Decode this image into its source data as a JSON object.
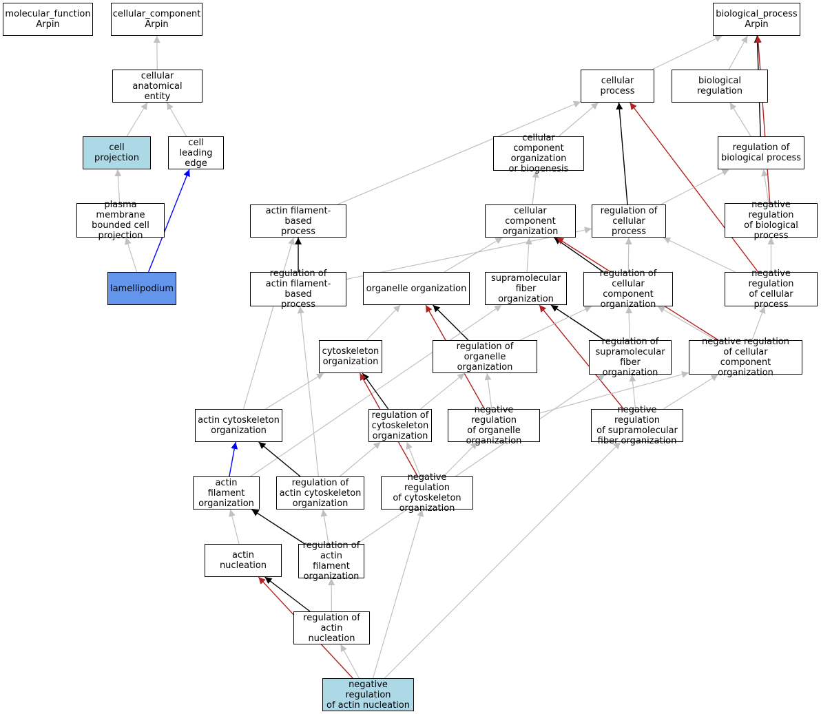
{
  "nodes": {
    "mf": {
      "label": "molecular_function\nArpin",
      "kind": "root"
    },
    "cc": {
      "label": "cellular_component\nArpin",
      "kind": "root"
    },
    "bp": {
      "label": "biological_process\nArpin",
      "kind": "root"
    },
    "cae": {
      "label": "cellular anatomical\nentity",
      "kind": "term"
    },
    "cp": {
      "label": "cell projection",
      "kind": "term",
      "highlight": "light"
    },
    "cle": {
      "label": "cell leading\nedge",
      "kind": "term"
    },
    "pmbcp": {
      "label": "plasma membrane\nbounded cell\nprojection",
      "kind": "term"
    },
    "lam": {
      "label": "lamellipodium",
      "kind": "term",
      "highlight": "blue"
    },
    "cellproc": {
      "label": "cellular process",
      "kind": "term"
    },
    "bioreg": {
      "label": "biological regulation",
      "kind": "term"
    },
    "ccob": {
      "label": "cellular component\norganization\nor biogenesis",
      "kind": "term"
    },
    "rbp": {
      "label": "regulation of\nbiological process",
      "kind": "term"
    },
    "afbp": {
      "label": "actin filament-based\nprocess",
      "kind": "term"
    },
    "cco": {
      "label": "cellular component\norganization",
      "kind": "term"
    },
    "rcp": {
      "label": "regulation of\ncellular process",
      "kind": "term"
    },
    "nrbp": {
      "label": "negative regulation\nof biological\nprocess",
      "kind": "term"
    },
    "rafbp": {
      "label": "regulation of\nactin filament-based\nprocess",
      "kind": "term"
    },
    "oo": {
      "label": "organelle organization",
      "kind": "term"
    },
    "sfo": {
      "label": "supramolecular\nfiber organization",
      "kind": "term"
    },
    "rcco": {
      "label": "regulation of\ncellular component\norganization",
      "kind": "term"
    },
    "nrcp": {
      "label": "negative regulation\nof cellular\nprocess",
      "kind": "term"
    },
    "co": {
      "label": "cytoskeleton\norganization",
      "kind": "term"
    },
    "roo": {
      "label": "regulation of\norganelle organization",
      "kind": "term"
    },
    "rsfo": {
      "label": "regulation of\nsupramolecular\nfiber organization",
      "kind": "term"
    },
    "nrcco": {
      "label": "negative regulation\nof cellular\ncomponent organization",
      "kind": "term"
    },
    "aco": {
      "label": "actin cytoskeleton\norganization",
      "kind": "term"
    },
    "rco": {
      "label": "regulation of\ncytoskeleton\norganization",
      "kind": "term"
    },
    "nroo": {
      "label": "negative regulation\nof organelle\norganization",
      "kind": "term"
    },
    "nrsfo": {
      "label": "negative regulation\nof supramolecular\nfiber organization",
      "kind": "term"
    },
    "afo": {
      "label": "actin filament\norganization",
      "kind": "term"
    },
    "raco": {
      "label": "regulation of\nactin cytoskeleton\norganization",
      "kind": "term"
    },
    "nrco": {
      "label": "negative regulation\nof cytoskeleton\norganization",
      "kind": "term"
    },
    "an": {
      "label": "actin nucleation",
      "kind": "term"
    },
    "rafo": {
      "label": "regulation of\nactin filament\norganization",
      "kind": "term"
    },
    "ran": {
      "label": "regulation of\nactin nucleation",
      "kind": "term"
    },
    "nran": {
      "label": "negative regulation\nof actin nucleation",
      "kind": "term",
      "highlight": "light"
    }
  },
  "edges": [
    {
      "from": "cae",
      "to": "cc",
      "type": "is_a"
    },
    {
      "from": "cp",
      "to": "cae",
      "type": "is_a"
    },
    {
      "from": "cle",
      "to": "cae",
      "type": "is_a"
    },
    {
      "from": "pmbcp",
      "to": "cp",
      "type": "is_a"
    },
    {
      "from": "lam",
      "to": "pmbcp",
      "type": "is_a"
    },
    {
      "from": "lam",
      "to": "cle",
      "type": "part_of"
    },
    {
      "from": "cellproc",
      "to": "bp",
      "type": "is_a"
    },
    {
      "from": "bioreg",
      "to": "bp",
      "type": "is_a"
    },
    {
      "from": "rbp",
      "to": "bp",
      "type": "regulates"
    },
    {
      "from": "nrbp",
      "to": "bp",
      "type": "negatively_regulates"
    },
    {
      "from": "rbp",
      "to": "bioreg",
      "type": "is_a"
    },
    {
      "from": "ccob",
      "to": "cellproc",
      "type": "is_a"
    },
    {
      "from": "afbp",
      "to": "cellproc",
      "type": "is_a"
    },
    {
      "from": "rcp",
      "to": "cellproc",
      "type": "regulates"
    },
    {
      "from": "nrcp",
      "to": "cellproc",
      "type": "negatively_regulates"
    },
    {
      "from": "rcp",
      "to": "rbp",
      "type": "is_a"
    },
    {
      "from": "nrbp",
      "to": "rbp",
      "type": "is_a"
    },
    {
      "from": "cco",
      "to": "ccob",
      "type": "is_a"
    },
    {
      "from": "rafbp",
      "to": "afbp",
      "type": "regulates"
    },
    {
      "from": "rafbp",
      "to": "rcp",
      "type": "is_a"
    },
    {
      "from": "oo",
      "to": "cco",
      "type": "is_a"
    },
    {
      "from": "sfo",
      "to": "cco",
      "type": "is_a"
    },
    {
      "from": "rcco",
      "to": "cco",
      "type": "regulates"
    },
    {
      "from": "nrcco",
      "to": "cco",
      "type": "negatively_regulates"
    },
    {
      "from": "rcco",
      "to": "rcp",
      "type": "is_a"
    },
    {
      "from": "nrcp",
      "to": "rcp",
      "type": "is_a"
    },
    {
      "from": "nrcp",
      "to": "nrbp",
      "type": "is_a"
    },
    {
      "from": "co",
      "to": "oo",
      "type": "is_a"
    },
    {
      "from": "roo",
      "to": "oo",
      "type": "regulates"
    },
    {
      "from": "nroo",
      "to": "oo",
      "type": "negatively_regulates"
    },
    {
      "from": "rsfo",
      "to": "sfo",
      "type": "regulates"
    },
    {
      "from": "nrsfo",
      "to": "sfo",
      "type": "negatively_regulates"
    },
    {
      "from": "afo",
      "to": "sfo",
      "type": "is_a"
    },
    {
      "from": "roo",
      "to": "rcco",
      "type": "is_a"
    },
    {
      "from": "rsfo",
      "to": "rcco",
      "type": "is_a"
    },
    {
      "from": "nrcco",
      "to": "rcco",
      "type": "is_a"
    },
    {
      "from": "nrcco",
      "to": "nrcp",
      "type": "is_a"
    },
    {
      "from": "aco",
      "to": "co",
      "type": "is_a"
    },
    {
      "from": "rco",
      "to": "co",
      "type": "regulates"
    },
    {
      "from": "nrco",
      "to": "co",
      "type": "negatively_regulates"
    },
    {
      "from": "rco",
      "to": "roo",
      "type": "is_a"
    },
    {
      "from": "nroo",
      "to": "roo",
      "type": "is_a"
    },
    {
      "from": "nroo",
      "to": "nrcco",
      "type": "is_a"
    },
    {
      "from": "nrsfo",
      "to": "rsfo",
      "type": "is_a"
    },
    {
      "from": "nrsfo",
      "to": "nrcco",
      "type": "is_a"
    },
    {
      "from": "aco",
      "to": "afbp",
      "type": "is_a"
    },
    {
      "from": "afo",
      "to": "aco",
      "type": "part_of"
    },
    {
      "from": "raco",
      "to": "aco",
      "type": "regulates"
    },
    {
      "from": "raco",
      "to": "rco",
      "type": "is_a"
    },
    {
      "from": "raco",
      "to": "rafbp",
      "type": "is_a"
    },
    {
      "from": "nrco",
      "to": "rco",
      "type": "is_a"
    },
    {
      "from": "nrco",
      "to": "nroo",
      "type": "is_a"
    },
    {
      "from": "an",
      "to": "afo",
      "type": "is_a"
    },
    {
      "from": "rafo",
      "to": "afo",
      "type": "regulates"
    },
    {
      "from": "rafo",
      "to": "raco",
      "type": "is_a"
    },
    {
      "from": "rafo",
      "to": "rsfo",
      "type": "is_a"
    },
    {
      "from": "ran",
      "to": "an",
      "type": "regulates"
    },
    {
      "from": "nran",
      "to": "an",
      "type": "negatively_regulates"
    },
    {
      "from": "ran",
      "to": "rafo",
      "type": "is_a"
    },
    {
      "from": "nran",
      "to": "ran",
      "type": "is_a"
    },
    {
      "from": "nran",
      "to": "nrco",
      "type": "is_a"
    },
    {
      "from": "nran",
      "to": "nrsfo",
      "type": "is_a"
    }
  ],
  "edge_colors": {
    "is_a": "#c0c0c0",
    "regulates": "#000000",
    "negatively_regulates": "#b22222",
    "part_of": "#0000ff"
  },
  "highlight_colors": {
    "light": "#add8e6",
    "blue": "#6495ed"
  }
}
